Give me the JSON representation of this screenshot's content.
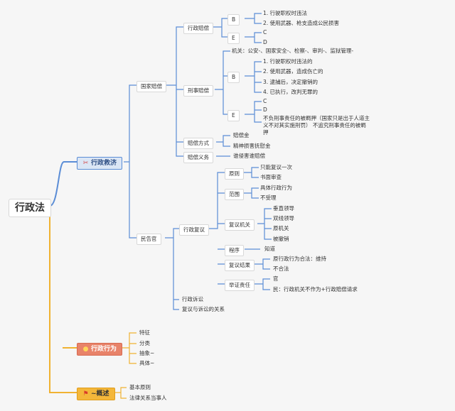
{
  "root": "行政法",
  "colors": {
    "blue": "#5b8dd6",
    "orange": "#f0b232",
    "red_fill": "#e8836a"
  },
  "branches": {
    "relief": {
      "label": "行政救济",
      "icon": "tools-icon",
      "national_comp": {
        "label": "国家赔偿",
        "admin_comp": {
          "label": "行政赔偿",
          "B": {
            "label": "B",
            "items": [
              "1. 行驶职权时违法",
              "2. 使用武器、枪支造成公民损害"
            ]
          },
          "E": {
            "label": "E",
            "items": [
              "C",
              "D"
            ]
          }
        },
        "criminal_comp": {
          "label": "刑事赔偿",
          "organs": "机关：公安-、国家安全-、检察-、审判-、监狱管理-",
          "B": {
            "label": "B",
            "items": [
              "1. 行驶职权时违法的",
              "2. 使用武器，造成伤亡的",
              "3. 逮捕后，决定撤销的",
              "4. 已执行，改判无罪的"
            ]
          },
          "E": {
            "label": "E",
            "items": [
              "C",
              "D",
              "不负刑事责任的被羁押（国家只是出于人道主义不对其实施刑罚） 不追究刑事责任的被羁押"
            ]
          }
        },
        "method": {
          "label": "赔偿方式",
          "items": [
            "赔偿金",
            "精神损害抚慰金"
          ]
        },
        "duty": {
          "label": "赔偿义务",
          "items": [
            "谁侵害谁赔偿"
          ]
        }
      },
      "civil_admin": {
        "label": "民告官",
        "review": {
          "label": "行政复议",
          "principle": {
            "label": "原则",
            "items": [
              "只能复议一次",
              "书面审查"
            ]
          },
          "scope": {
            "label": "范围",
            "items": [
              "具体行政行为",
              "不受理"
            ]
          },
          "organ": {
            "label": "复议机关",
            "items": [
              "垂直领导",
              "双线领导",
              "原机关",
              "被撤销"
            ]
          },
          "procedure": {
            "label": "程序",
            "items": [
              "知道"
            ]
          },
          "result": {
            "label": "复议结果",
            "items": [
              "原行政行为合法：维持",
              "不合法"
            ]
          },
          "burden": {
            "label": "举证责任",
            "items": [
              "官",
              "民：行政机关不作为+行政赔偿请求"
            ]
          }
        },
        "litigation": "行政诉讼",
        "relation": "复议与诉讼的关系"
      }
    },
    "act": {
      "label": "行政行为",
      "icon": "lightbulb-icon",
      "items": [
        "特征",
        "分类",
        "抽象~",
        "具体~"
      ]
    },
    "overview": {
      "label": "~概述",
      "icon": "flag-icon",
      "items": [
        "基本原则",
        "法律关系当事人"
      ]
    }
  }
}
